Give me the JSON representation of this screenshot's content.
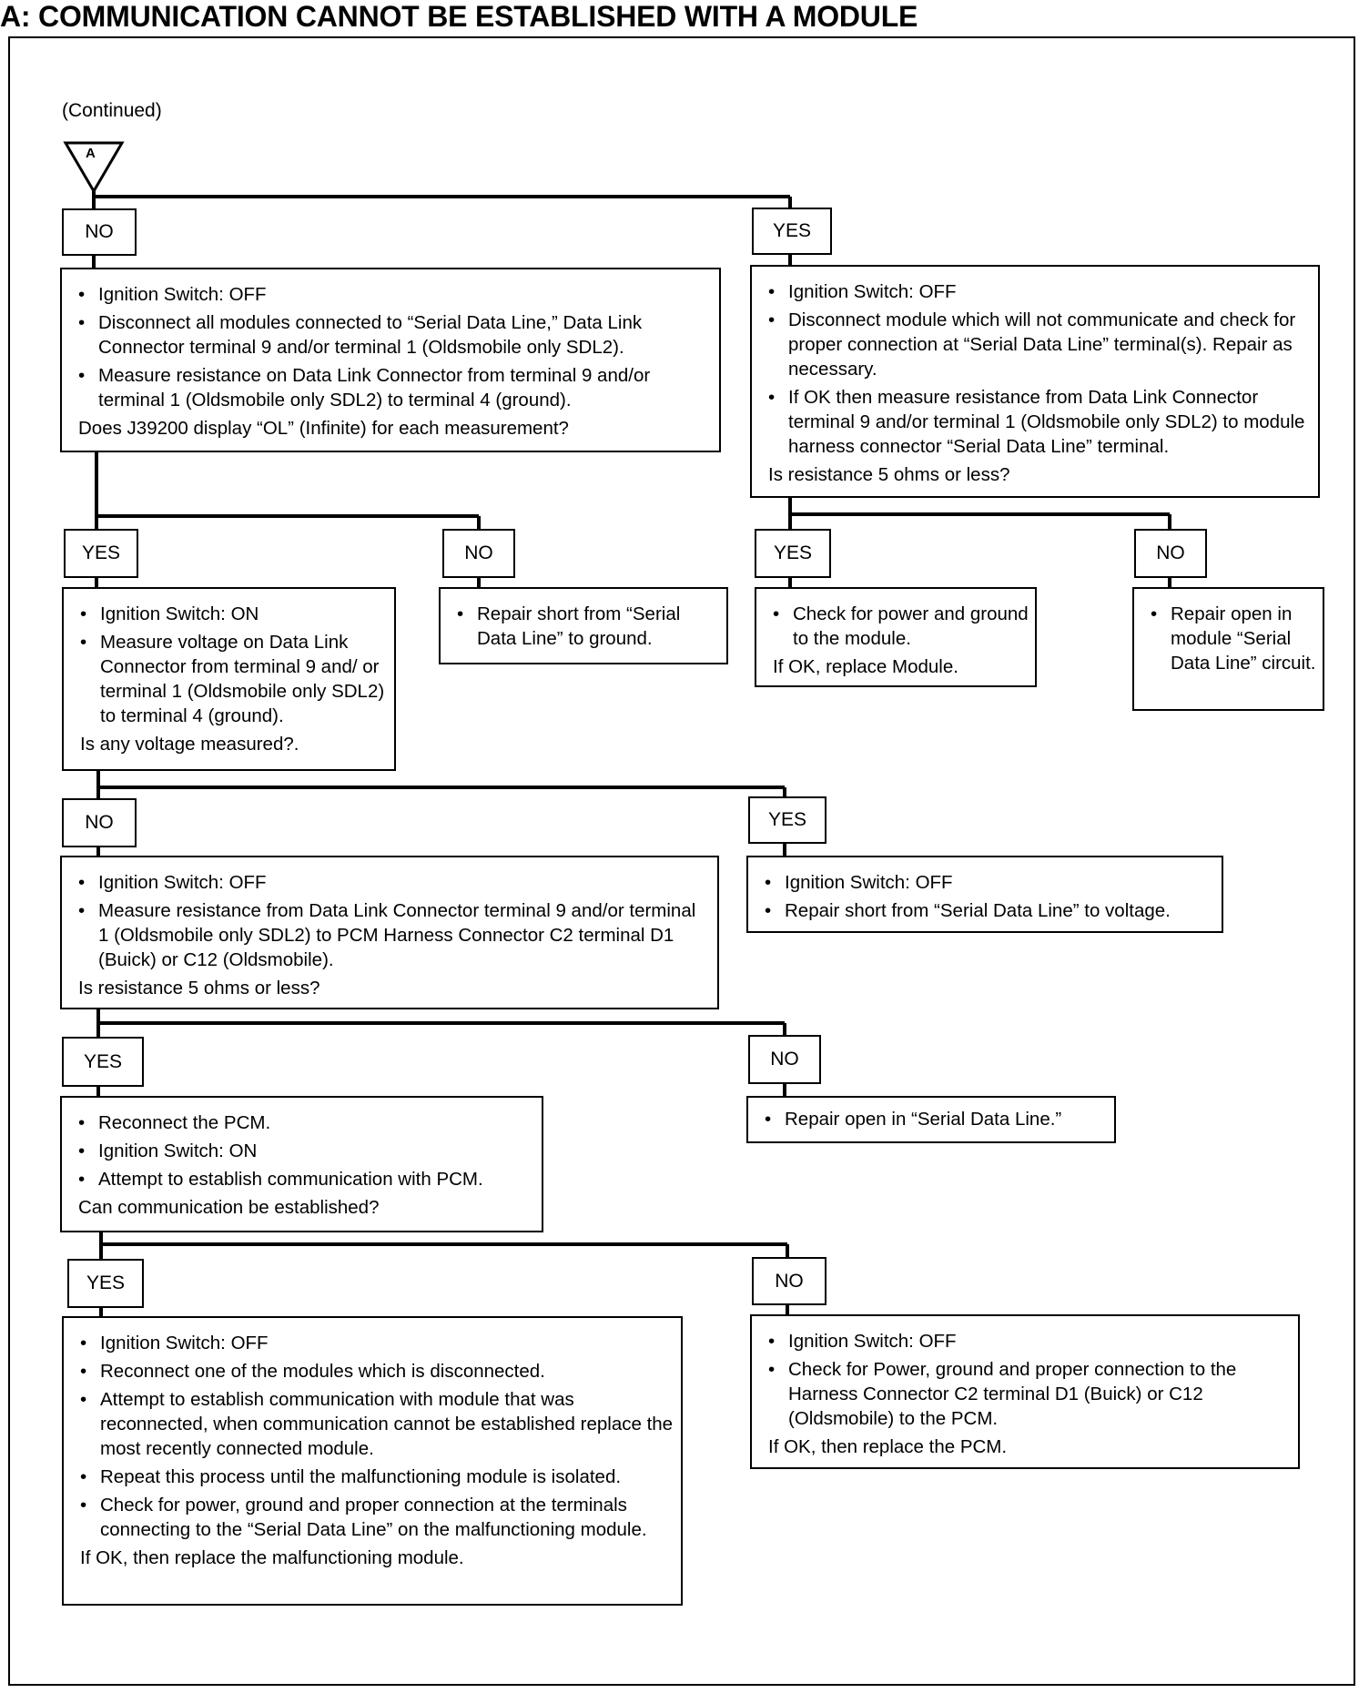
{
  "title": "A:  COMMUNICATION CANNOT BE ESTABLISHED WITH A MODULE",
  "continued": "(Continued)",
  "connector": "A",
  "labels": {
    "l1": "NO",
    "l2": "YES",
    "l3": "YES",
    "l4": "NO",
    "l5": "YES",
    "l6": "NO",
    "l7": "NO",
    "l8": "YES",
    "l9": "YES",
    "l10": "NO",
    "l11": "YES",
    "l12": "NO"
  },
  "boxes": {
    "b1": {
      "items": [
        "Ignition Switch:  OFF",
        "Disconnect all modules connected to “Serial Data Line,” Data Link Connector terminal 9 and/or terminal 1 (Oldsmobile only SDL2).",
        "Measure resistance on Data Link Connector from terminal 9 and/or terminal 1 (Oldsmobile only SDL2) to terminal 4 (ground)."
      ],
      "question": "Does J39200 display “OL” (Infinite) for each measurement?"
    },
    "b2": {
      "items": [
        "Ignition Switch:  OFF",
        "Disconnect module which will not communicate and check for proper connection at “Serial Data Line” terminal(s). Repair as necessary.",
        "If OK then measure resistance from Data Link Connector terminal 9 and/or terminal 1 (Oldsmobile only SDL2) to module harness connector “Serial Data Line” terminal."
      ],
      "question": "Is resistance 5 ohms or less?"
    },
    "b3": {
      "items": [
        "Ignition Switch:  ON",
        "Measure voltage on Data Link Connector from terminal 9 and/ or terminal 1 (Oldsmobile only SDL2) to terminal 4 (ground)."
      ],
      "question": "Is any voltage measured?."
    },
    "b4": {
      "items": [
        "Repair short from “Serial Data Line” to ground."
      ]
    },
    "b5": {
      "items": [
        "Check for power and ground to the module."
      ],
      "question": "If OK, replace Module."
    },
    "b6": {
      "items": [
        "Repair open in module “Serial Data Line” circuit."
      ]
    },
    "b7": {
      "items": [
        "Ignition Switch:  OFF",
        "Measure resistance from Data Link Connector terminal 9 and/or terminal 1 (Oldsmobile only SDL2) to PCM Harness Connector C2 terminal D1 (Buick) or C12 (Oldsmobile)."
      ],
      "question": "Is resistance 5 ohms or less?"
    },
    "b8": {
      "items": [
        "Ignition Switch:  OFF",
        "Repair short from “Serial Data Line” to voltage."
      ]
    },
    "b9": {
      "items": [
        "Reconnect the PCM.",
        "Ignition Switch:  ON",
        "Attempt to establish communication with PCM."
      ],
      "question": "Can communication be established?"
    },
    "b10": {
      "items": [
        "Repair open in “Serial Data Line.”"
      ]
    },
    "b11": {
      "items": [
        "Ignition Switch:  OFF",
        "Reconnect one of the modules which is disconnected.",
        "Attempt to establish communication with module that was reconnected, when communication cannot be established replace the most recently connected module.",
        "Repeat this process until the malfunctioning module is isolated.",
        "Check for power, ground and proper connection at the terminals connecting to the “Serial Data Line” on the malfunctioning module."
      ],
      "question": "If OK, then replace the malfunctioning module."
    },
    "b12": {
      "items": [
        "Ignition Switch:  OFF",
        "Check for Power, ground and proper connection to the Harness Connector C2 terminal D1 (Buick) or C12 (Oldsmobile) to the PCM."
      ],
      "question": "If OK, then replace the PCM."
    }
  }
}
